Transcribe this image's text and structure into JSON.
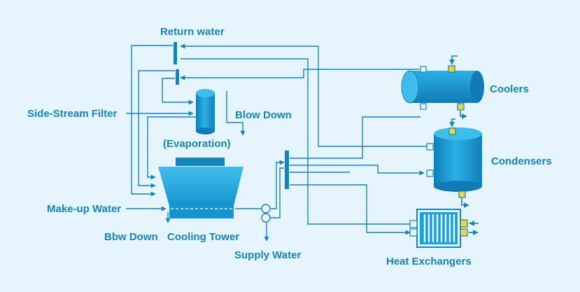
{
  "diagram": {
    "labels": {
      "return_water": "Return water",
      "side_stream_filter": "Side-Stream Filter",
      "blow_down": "Blow Down",
      "evaporation": "(Evaporation)",
      "make_up_water": "Make-up Water",
      "bbw_down": "Bbw Down",
      "cooling_tower": "Cooling Tower",
      "supply_water": "Supply Water",
      "coolers": "Coolers",
      "condensers": "Condensers",
      "heat_exchangers": "Heat Exchangers"
    },
    "colors": {
      "background": "#e6f5fd",
      "line": "#1484b9",
      "equipment": "#1aa0d8",
      "port_yellow": "#f2d33a"
    }
  }
}
